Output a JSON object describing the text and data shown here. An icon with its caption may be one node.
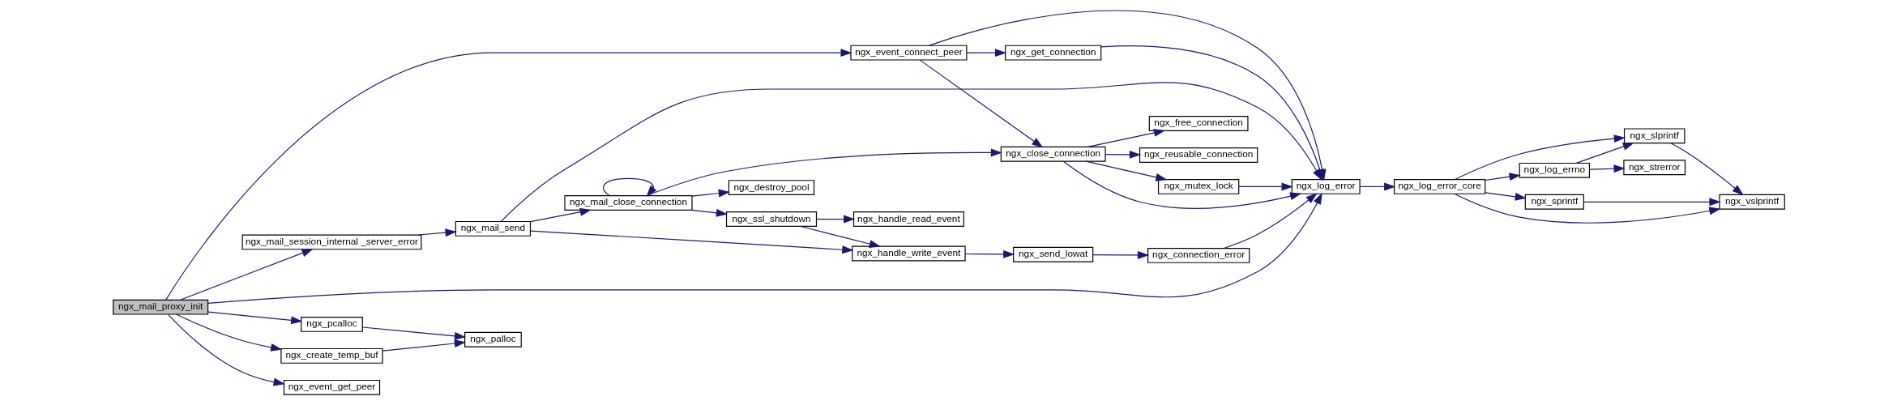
{
  "diagram": {
    "nodes": [
      {
        "text": [
          "ngx_mail_proxy_init"
        ]
      },
      {
        "text": [
          "ngx_log_error"
        ]
      },
      {
        "text": [
          "ngx_mail_session_internal _server_error"
        ]
      },
      {
        "text": [
          "ngx_pcalloc"
        ]
      },
      {
        "text": [
          "ngx_create_temp_buf"
        ]
      },
      {
        "text": [
          "ngx_event_get_peer"
        ]
      },
      {
        "text": [
          "ngx_event_connect_peer"
        ]
      },
      {
        "text": [
          "ngx_mail_send"
        ]
      },
      {
        "text": [
          "ngx_mail_close_connection"
        ]
      },
      {
        "text": [
          "ngx_handle_write_event"
        ]
      },
      {
        "text": [
          "ngx_ssl_shutdown"
        ]
      },
      {
        "text": [
          "ngx_handle_read_event"
        ]
      },
      {
        "text": [
          "ngx_destroy_pool"
        ]
      },
      {
        "text": [
          "ngx_close_connection"
        ]
      },
      {
        "text": [
          "ngx_send_lowat"
        ]
      },
      {
        "text": [
          "ngx_connection_error"
        ]
      },
      {
        "text": [
          "ngx_mutex_lock"
        ]
      },
      {
        "text": [
          "ngx_reusable_connection"
        ]
      },
      {
        "text": [
          "ngx_free_connection"
        ]
      },
      {
        "text": [
          "ngx_get_connection"
        ]
      },
      {
        "text": [
          "ngx_palloc"
        ]
      },
      {
        "text": [
          "ngx_log_error_core"
        ]
      },
      {
        "text": [
          "ngx_slprintf"
        ]
      },
      {
        "text": [
          "ngx_log_errno"
        ]
      },
      {
        "text": [
          "ngx_sprintf"
        ]
      },
      {
        "text": [
          "ngx_vslprintf"
        ]
      },
      {
        "text": [
          "ngx_strerror"
        ]
      }
    ],
    "edges": [
      {
        "from": 0,
        "to": 1,
        "arrow": "to"
      },
      {
        "from": 0,
        "to": 2,
        "arrow": "to"
      },
      {
        "from": 0,
        "to": 3,
        "arrow": "to"
      },
      {
        "from": 0,
        "to": 4,
        "arrow": "to"
      },
      {
        "from": 0,
        "to": 5,
        "arrow": "to"
      },
      {
        "from": 0,
        "to": 6,
        "arrow": "to"
      },
      {
        "from": 2,
        "to": 7,
        "arrow": "to"
      },
      {
        "from": 7,
        "to": 1,
        "arrow": "to"
      },
      {
        "from": 7,
        "to": 8,
        "arrow": "to"
      },
      {
        "from": 7,
        "to": 9,
        "arrow": "to"
      },
      {
        "from": 8,
        "to": 8,
        "arrow": "to"
      },
      {
        "from": 8,
        "to": 10,
        "arrow": "to"
      },
      {
        "from": 8,
        "to": 12,
        "arrow": "to"
      },
      {
        "from": 8,
        "to": 13,
        "arrow": "to"
      },
      {
        "from": 10,
        "to": 9,
        "arrow": "to"
      },
      {
        "from": 10,
        "to": 11,
        "arrow": "to"
      },
      {
        "from": 9,
        "to": 14,
        "arrow": "to"
      },
      {
        "from": 14,
        "to": 15,
        "arrow": "to"
      },
      {
        "from": 15,
        "to": 1,
        "arrow": "to"
      },
      {
        "from": 13,
        "to": 1,
        "arrow": "to"
      },
      {
        "from": 13,
        "to": 16,
        "arrow": "to"
      },
      {
        "from": 13,
        "to": 17,
        "arrow": "to"
      },
      {
        "from": 13,
        "to": 18,
        "arrow": "to"
      },
      {
        "from": 16,
        "to": 1,
        "arrow": "to"
      },
      {
        "from": 6,
        "to": 13,
        "arrow": "to"
      },
      {
        "from": 6,
        "to": 1,
        "arrow": "to"
      },
      {
        "from": 6,
        "to": 19,
        "arrow": "to"
      },
      {
        "from": 19,
        "to": 1,
        "arrow": "to"
      },
      {
        "from": 3,
        "to": 20,
        "arrow": "to"
      },
      {
        "from": 4,
        "to": 20,
        "arrow": "to"
      },
      {
        "from": 1,
        "to": 21,
        "arrow": "to"
      },
      {
        "from": 21,
        "to": 22,
        "arrow": "to"
      },
      {
        "from": 21,
        "to": 23,
        "arrow": "to"
      },
      {
        "from": 21,
        "to": 24,
        "arrow": "to"
      },
      {
        "from": 21,
        "to": 25,
        "arrow": "to"
      },
      {
        "from": 23,
        "to": 22,
        "arrow": "to"
      },
      {
        "from": 23,
        "to": 26,
        "arrow": "to"
      },
      {
        "from": 22,
        "to": 25,
        "arrow": "to"
      },
      {
        "from": 24,
        "to": 25,
        "arrow": "to"
      }
    ]
  }
}
